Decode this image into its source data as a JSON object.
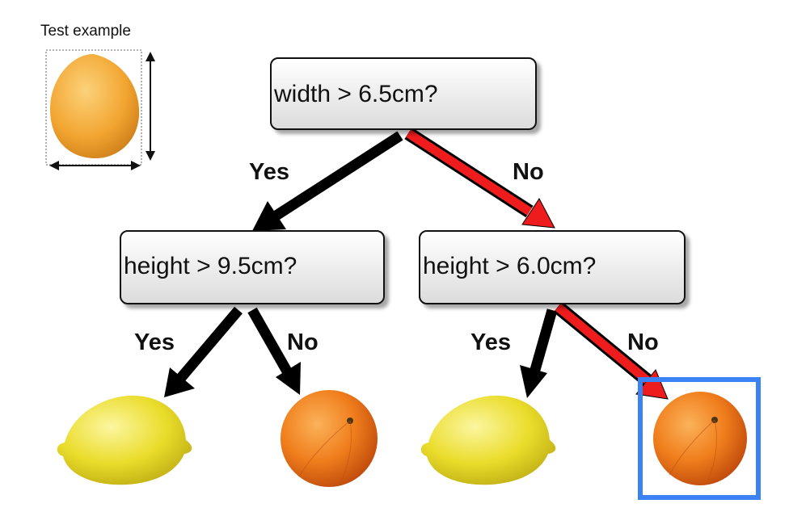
{
  "test_example": {
    "title": "Test example"
  },
  "tree": {
    "root": {
      "question": "width > 6.5cm?"
    },
    "left": {
      "question": "height > 9.5cm?"
    },
    "right": {
      "question": "height > 6.0cm?"
    }
  },
  "edges": {
    "root_yes": "Yes",
    "root_no": "No",
    "left_yes": "Yes",
    "left_no": "No",
    "right_yes": "Yes",
    "right_no": "No"
  },
  "leaves": [
    "lemon",
    "orange",
    "lemon",
    "orange"
  ],
  "highlighted_leaf": 4,
  "colors": {
    "decision_path": "#ee1c1c",
    "other_path": "#000000",
    "highlight_box": "#3b82f6",
    "lemon": "#f0e02a",
    "orange": "#f07e1c"
  }
}
